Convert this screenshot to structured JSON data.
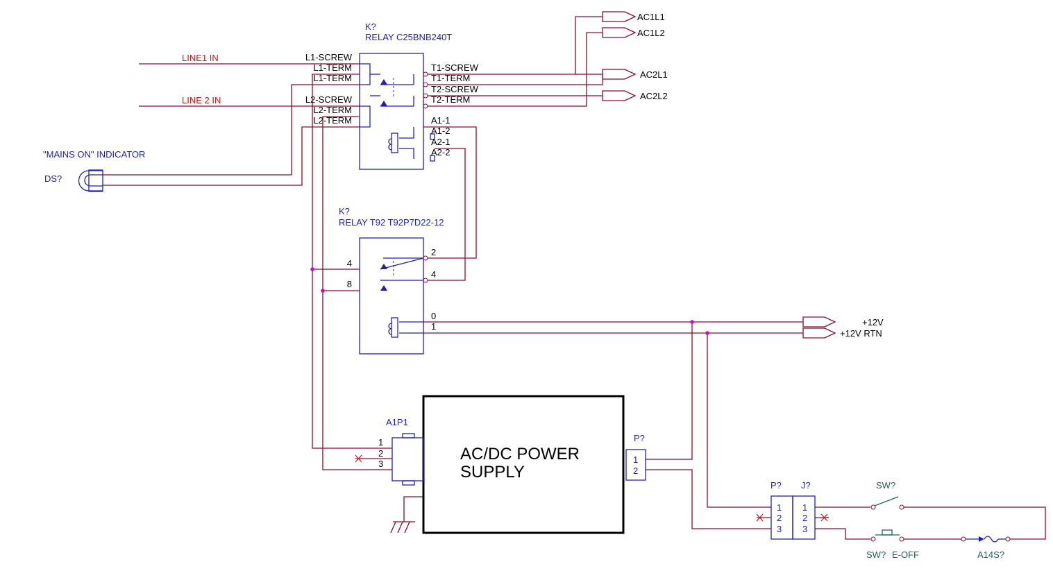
{
  "colors": {
    "wire": "#8b0a2a",
    "component": "#1f1fb0",
    "junction": "#d400d4",
    "net_label": "#cc1515",
    "switch_label": "#1f5f5f"
  },
  "relay1": {
    "ref": "K?",
    "value": "RELAY C25BNB240T",
    "left_pins": [
      "L1-SCREW",
      "L1-TERM",
      "L1-TERM",
      "L2-SCREW",
      "L2-TERM",
      "L2-TERM"
    ],
    "right_pins": [
      "T1-SCREW",
      "T1-TERM",
      "T2-SCREW",
      "T2-TERM",
      "A1-1",
      "A1-2",
      "A2-1",
      "A2-2"
    ]
  },
  "relay2": {
    "ref": "K?",
    "value": "RELAY T92 T92P7D22-12",
    "left_pins": [
      "4",
      "8"
    ],
    "right_pins": [
      "2",
      "4",
      "0",
      "1"
    ]
  },
  "nets": {
    "line1_in": "LINE1 IN",
    "line2_in": "LINE 2 IN",
    "ac1l1": "AC1L1",
    "ac1l2": "AC1L2",
    "ac2l1": "AC2L1",
    "ac2l2": "AC2L2",
    "plus12v": "+12V",
    "plus12v_rtn": "+12V RTN"
  },
  "indicator": {
    "title": "\"MAINS ON\" INDICATOR",
    "ref": "DS?"
  },
  "power_supply": {
    "line1": "AC/DC POWER",
    "line2": "SUPPLY",
    "input_connector": "A1P1",
    "input_pins": [
      "1",
      "2",
      "3"
    ],
    "output_connector": "P?",
    "output_pins": [
      "1",
      "2"
    ]
  },
  "remote": {
    "plug_ref": "P?",
    "jack_ref": "J?",
    "plug_pins": [
      "1",
      "2",
      "3"
    ],
    "jack_pins": [
      "1",
      "2",
      "3"
    ],
    "switch_ref": "SW?",
    "eoff_ref": "SW?",
    "eoff_label": "E-OFF",
    "fuse_ref": "A14S?"
  }
}
